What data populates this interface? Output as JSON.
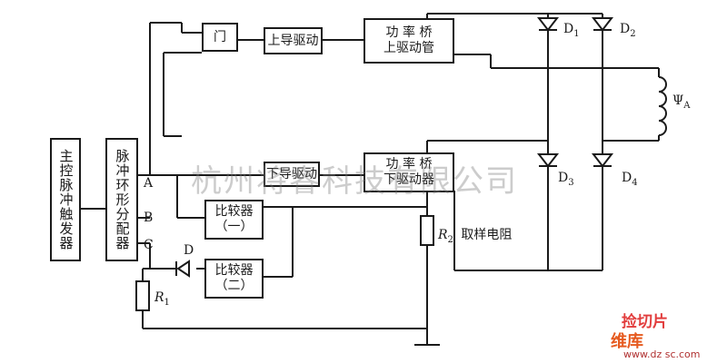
{
  "blocks": {
    "main_trigger": "主控脉冲触发器",
    "ring_distributor": "脉冲环形分配器",
    "gate": "门",
    "upper_drive": "上导驱动",
    "upper_bridge_line1": "功 率 桥",
    "upper_bridge_line2": "上驱动管",
    "lower_drive": "下导驱动",
    "lower_bridge_line1": "功 率 桥",
    "lower_bridge_line2": "下驱动器",
    "comparator1_line1": "比较器",
    "comparator1_line2": "（一）",
    "comparator2_line1": "比较器",
    "comparator2_line2": "（二）"
  },
  "labels": {
    "port_a": "A",
    "port_b": "B",
    "port_c": "C",
    "diode_d": "D",
    "r1_main": "R",
    "r1_sub": "1",
    "r2_main": "R",
    "r2_sub": "2",
    "r2_desc": "取样电阻",
    "d1_main": "D",
    "d1_sub": "1",
    "d2_main": "D",
    "d2_sub": "2",
    "d3_main": "D",
    "d3_sub": "3",
    "d4_main": "D",
    "d4_sub": "4",
    "coil_main": "Ψ",
    "coil_sub": "A"
  },
  "watermark": "杭州将睿科技有限公司",
  "site_logo": {
    "line1": "捡切片",
    "line2": "维库",
    "line3": "www.dz sc.com"
  }
}
